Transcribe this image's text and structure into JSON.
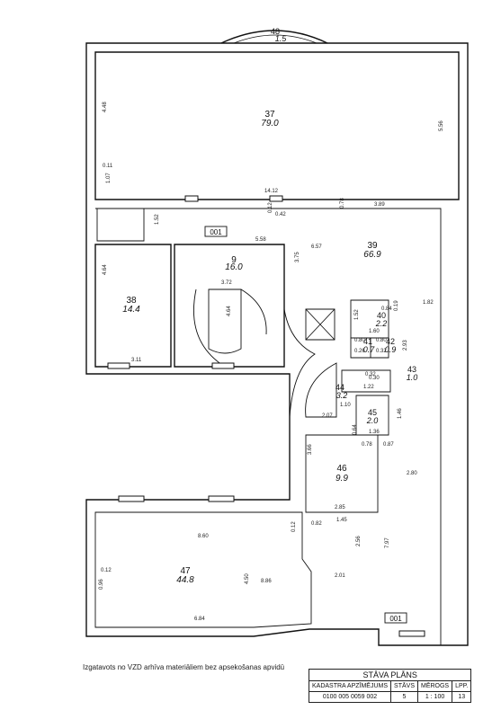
{
  "floor_plan": {
    "rooms": [
      {
        "number": "48",
        "area": "1.5"
      },
      {
        "number": "37",
        "area": "79.0"
      },
      {
        "number": "39",
        "area": "66.9"
      },
      {
        "number": "9",
        "area": "16.0"
      },
      {
        "number": "38",
        "area": "14.4"
      },
      {
        "number": "40",
        "area": "2.2"
      },
      {
        "number": "41",
        "area": "0.7"
      },
      {
        "number": "42",
        "area": "0.9"
      },
      {
        "number": "43",
        "area": "1.0"
      },
      {
        "number": "44",
        "area": "3.2"
      },
      {
        "number": "45",
        "area": "2.0"
      },
      {
        "number": "46",
        "area": "9.9"
      },
      {
        "number": "47",
        "area": "44.8"
      }
    ],
    "unit_label": "001",
    "dimensions": [
      "4.48",
      "5.56",
      "0.11",
      "1.07",
      "14.12",
      "0.12",
      "0.42",
      "0.78",
      "3.89",
      "1.52",
      "5.58",
      "6.57",
      "3.75",
      "1.82",
      "4.64",
      "3.72",
      "4.64",
      "3.11",
      "1.52",
      "0.84",
      "0.19",
      "1.60",
      "0.80",
      "0.80",
      "2.93",
      "0.26",
      "0.32",
      "0.30",
      "1.22",
      "1.10",
      "0.32",
      "1.46",
      "2.07",
      "0.64",
      "1.36",
      "0.78",
      "0.87",
      "3.66",
      "2.80",
      "2.85",
      "8.60",
      "0.12",
      "0.82",
      "1.45",
      "7.97",
      "2.56",
      "2.01",
      "0.12",
      "0.96",
      "4.50",
      "8.86",
      "6.84"
    ]
  },
  "footer": {
    "note": "Izgatavots no VZD arhīva materiāliem bez apsekošanas apvidū",
    "title": "STĀVA PLĀNS",
    "headers": [
      "KADASTRA APZĪMĒJUMS",
      "STĀVS",
      "MĒROGS",
      "LPP."
    ],
    "values": [
      "0100 005 0059 002",
      "5",
      "1 : 100",
      "13"
    ]
  }
}
